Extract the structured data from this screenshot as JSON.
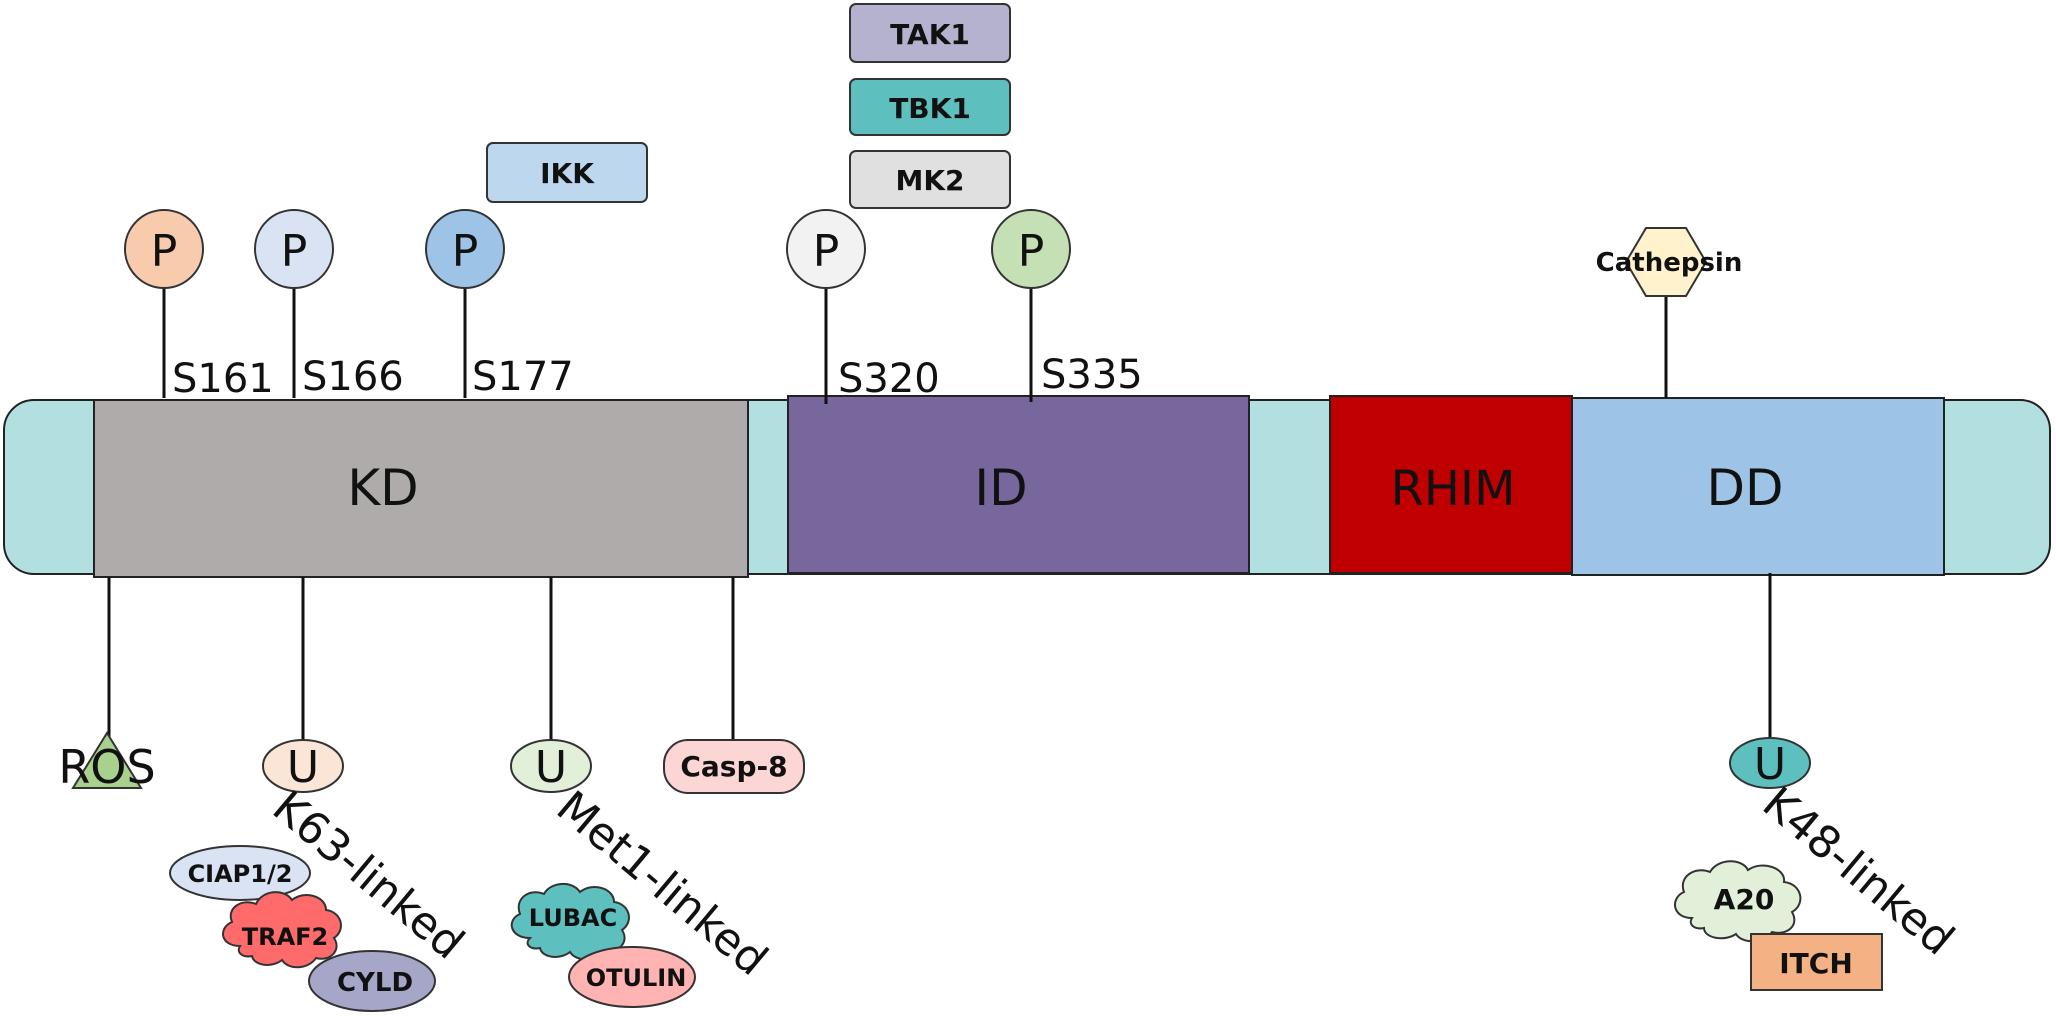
{
  "domains": {
    "kd": "KD",
    "id": "ID",
    "rhim": "RHIM",
    "dd": "DD"
  },
  "phospho": {
    "symbol": "P",
    "sites": [
      "S161",
      "S166",
      "S177",
      "S320",
      "S335"
    ]
  },
  "kinases": {
    "ikk": "IKK",
    "tak1": "TAK1",
    "tbk1": "TBK1",
    "mk2": "MK2"
  },
  "cathepsin": "Cathepsin",
  "ubiquitin": {
    "symbol": "U",
    "k63": "K63-linked",
    "met1": "Met1-linked",
    "k48": "K48-linked"
  },
  "ros": "ROS",
  "casp8": "Casp-8",
  "partners": {
    "ciap": "CIAP1/2",
    "traf2": "TRAF2",
    "cyld": "CYLD",
    "lubac": "LUBAC",
    "otulin": "OTULIN",
    "a20": "A20",
    "itch": "ITCH"
  },
  "colors": {
    "backbone": "#b2dfe0",
    "kd": "#afabab",
    "id": "#77679d",
    "rhim": "#c00000",
    "dd": "#9dc3e6",
    "p_s161": "#f8cbad",
    "p_s166": "#dae3f3",
    "p_s177": "#9dc3e6",
    "p_s320": "#f2f2f2",
    "p_s335": "#c5e0b4",
    "ikk": "#bdd7ee",
    "tak1": "#b4b2cf",
    "tbk1": "#5ebfbf",
    "mk2": "#e0e0e0",
    "cathepsin": "#fff2cc",
    "u_k63": "#fbe5d6",
    "u_met1": "#e2f0d9",
    "u_k48": "#5ebfbf",
    "ros": "#a9d18e",
    "casp8": "#fcd5d5",
    "ciap": "#dae3f3",
    "traf2": "#ff6b6b",
    "cyld": "#a6a6c8",
    "lubac": "#5ebfbf",
    "otulin": "#ffb3b3",
    "a20": "#e2f0d9",
    "itch": "#f4b183"
  }
}
